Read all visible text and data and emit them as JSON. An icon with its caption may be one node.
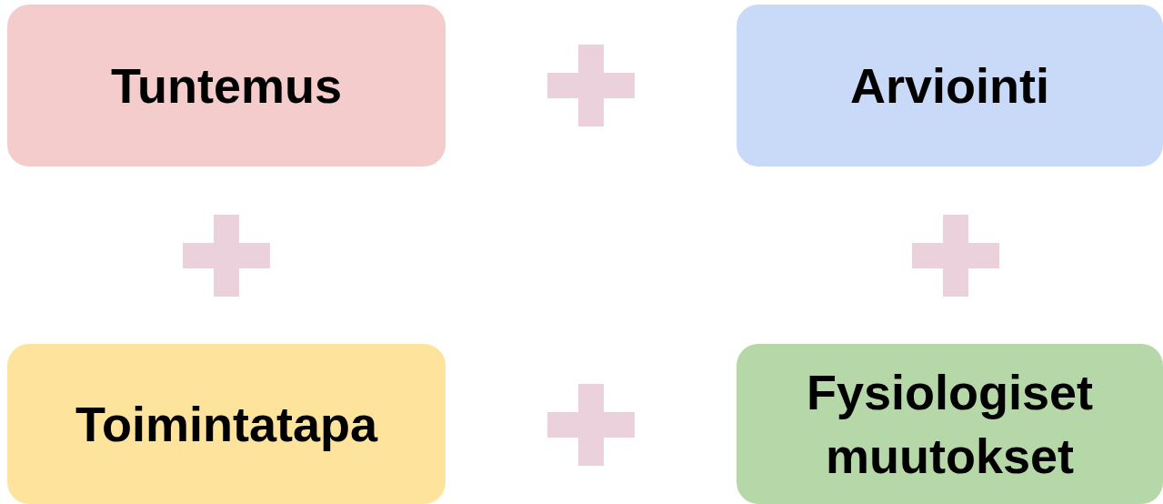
{
  "diagram": {
    "nodes": [
      {
        "text": [
          "Tuntemus"
        ]
      },
      {
        "text": [
          "Arviointi"
        ]
      },
      {
        "text": [
          "Toimintatapa"
        ]
      },
      {
        "text": [
          "Fysiologiset muutokset"
        ]
      }
    ]
  }
}
